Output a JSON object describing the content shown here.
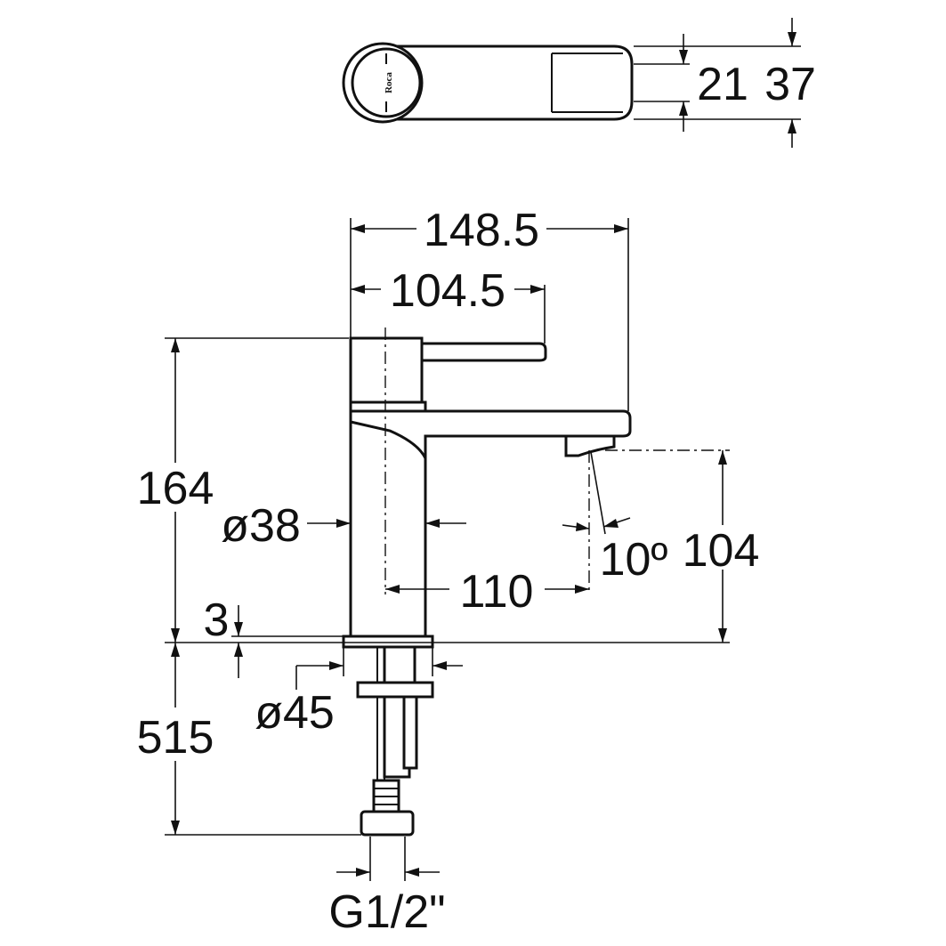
{
  "brand": {
    "logo_text": "Roca"
  },
  "top_view": {
    "dim_handle_height": "21",
    "dim_body_height": "37"
  },
  "side_view": {
    "dim_total_reach": "148.5",
    "dim_handle_reach": "104.5",
    "dim_total_height": "164",
    "dim_body_diameter": "ø38",
    "dim_spout_height": "104",
    "dim_spout_angle": "10º",
    "dim_spout_reach": "110",
    "dim_base_thickness": "3",
    "dim_base_diameter": "ø45",
    "dim_shank_length": "515",
    "dim_connection": "G1/2\""
  }
}
